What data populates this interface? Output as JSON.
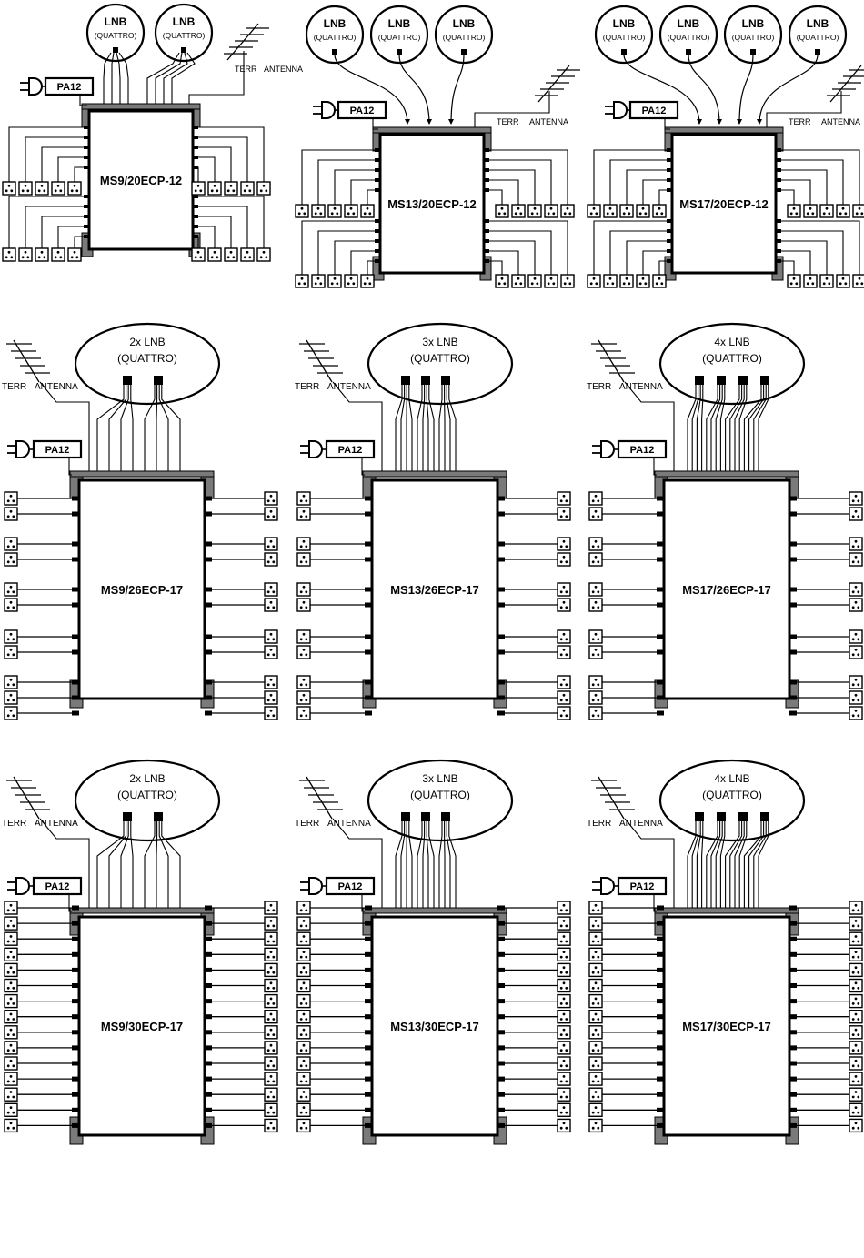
{
  "colors": {
    "line": "#000000",
    "connector": "#7a7a7a",
    "background": "#ffffff"
  },
  "labels": {
    "lnb": "LNB",
    "quattro": "(QUATTRO)",
    "terr": "TERR",
    "antenna": "ANTENNA",
    "amplifier": "PA12"
  },
  "panels": [
    {
      "model": "MS9/20ECP-12",
      "lnb_count": 2,
      "lnb_text": "",
      "outputs_per_side": 10
    },
    {
      "model": "MS13/20ECP-12",
      "lnb_count": 3,
      "lnb_text": "",
      "outputs_per_side": 10
    },
    {
      "model": "MS17/20ECP-12",
      "lnb_count": 4,
      "lnb_text": "",
      "outputs_per_side": 10
    },
    {
      "model": "MS9/26ECP-17",
      "lnb_count": 2,
      "lnb_text": "2x LNB",
      "outputs_per_side": 13
    },
    {
      "model": "MS13/26ECP-17",
      "lnb_count": 3,
      "lnb_text": "3x LNB",
      "outputs_per_side": 13
    },
    {
      "model": "MS17/26ECP-17",
      "lnb_count": 4,
      "lnb_text": "4x LNB",
      "outputs_per_side": 13
    },
    {
      "model": "MS9/30ECP-17",
      "lnb_count": 2,
      "lnb_text": "2x LNB",
      "outputs_per_side": 15
    },
    {
      "model": "MS13/30ECP-17",
      "lnb_count": 3,
      "lnb_text": "3x LNB",
      "outputs_per_side": 15
    },
    {
      "model": "MS17/30ECP-17",
      "lnb_count": 4,
      "lnb_text": "4x LNB",
      "outputs_per_side": 15
    }
  ]
}
